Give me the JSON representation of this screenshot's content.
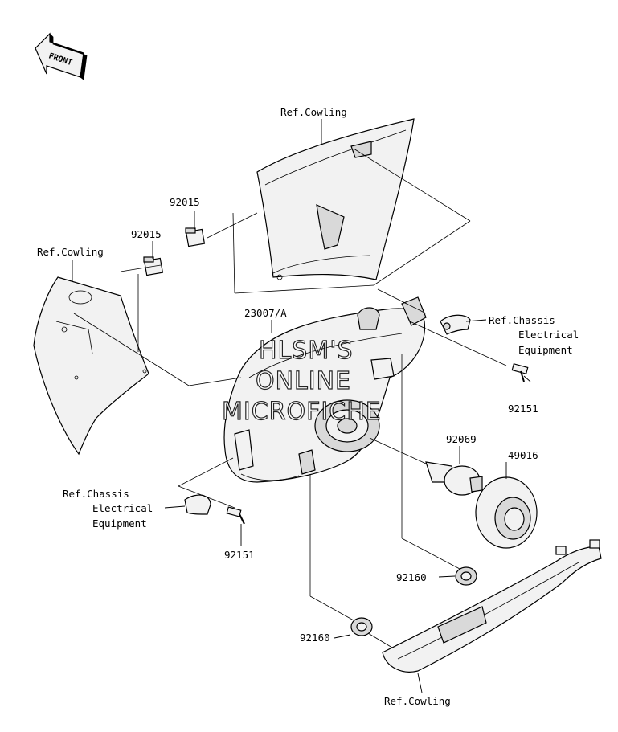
{
  "direction_indicator": {
    "label": "FRONT"
  },
  "watermark": {
    "line1": "HLSM'S",
    "line2": "ONLINE",
    "line3": "MICROFICHE"
  },
  "labels": {
    "ref_cowling_top": "Ref.Cowling",
    "ref_cowling_left": "Ref.Cowling",
    "ref_cowling_bottom": "Ref.Cowling",
    "part_92015_a": "92015",
    "part_92015_b": "92015",
    "part_23007": "23007/A",
    "ref_chassis_right_1": "Ref.Chassis",
    "ref_chassis_right_2": "Electrical",
    "ref_chassis_right_3": "Equipment",
    "part_92151_right": "92151",
    "part_92069": "92069",
    "part_49016": "49016",
    "ref_chassis_left_1": "Ref.Chassis",
    "ref_chassis_left_2": "Electrical",
    "ref_chassis_left_3": "Equipment",
    "part_92151_left": "92151",
    "part_92160_right": "92160",
    "part_92160_left": "92160"
  }
}
